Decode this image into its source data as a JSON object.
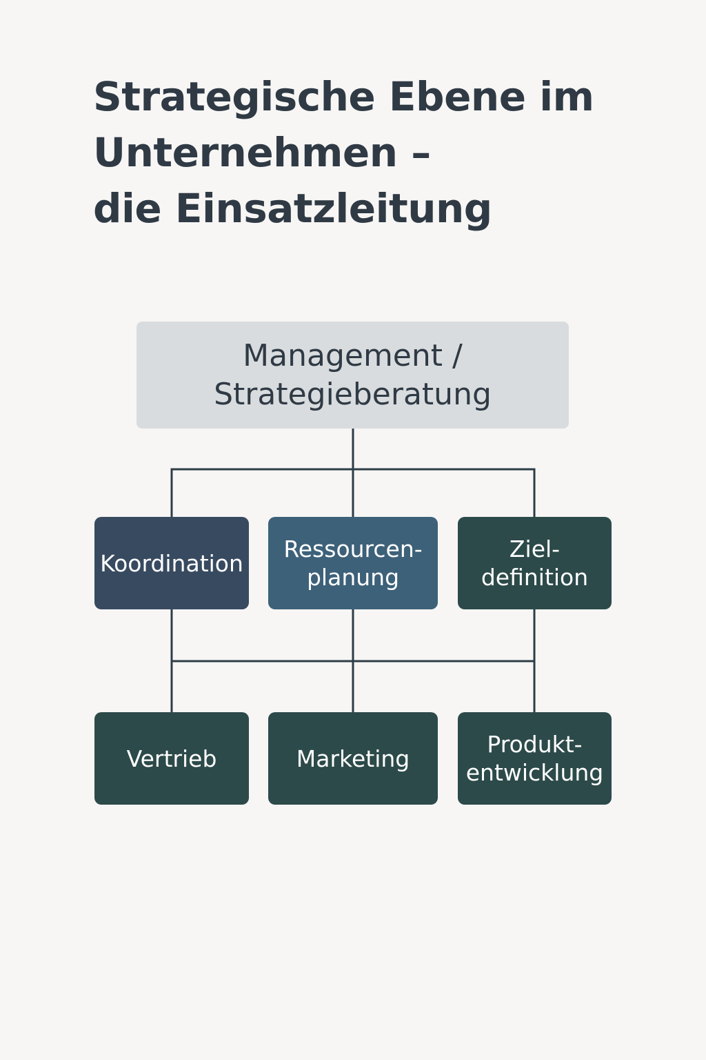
{
  "title": {
    "line1": "Strategische Ebene im",
    "line2": "Unternehmen –",
    "line3": "die Einsatzleitung"
  },
  "nodes": {
    "management": {
      "line1": "Management /",
      "line2": "Strategieberatung"
    },
    "koordination": {
      "line1": "Koordination"
    },
    "ressourcen": {
      "line1": "Ressourcen-",
      "line2": "planung"
    },
    "ziel": {
      "line1": "Ziel-",
      "line2": "definition"
    },
    "vertrieb": {
      "line1": "Vertrieb"
    },
    "marketing": {
      "line1": "Marketing"
    },
    "produkt": {
      "line1": "Produkt-",
      "line2": "entwicklung"
    }
  },
  "colors": {
    "background": "#f7f6f4",
    "title_text": "#2f3a45",
    "top_box": "#d9dcde",
    "koordination": "#384a60",
    "ressourcen": "#3d6179",
    "dark_green": "#2c4a49",
    "connector": "#2e3d47"
  }
}
